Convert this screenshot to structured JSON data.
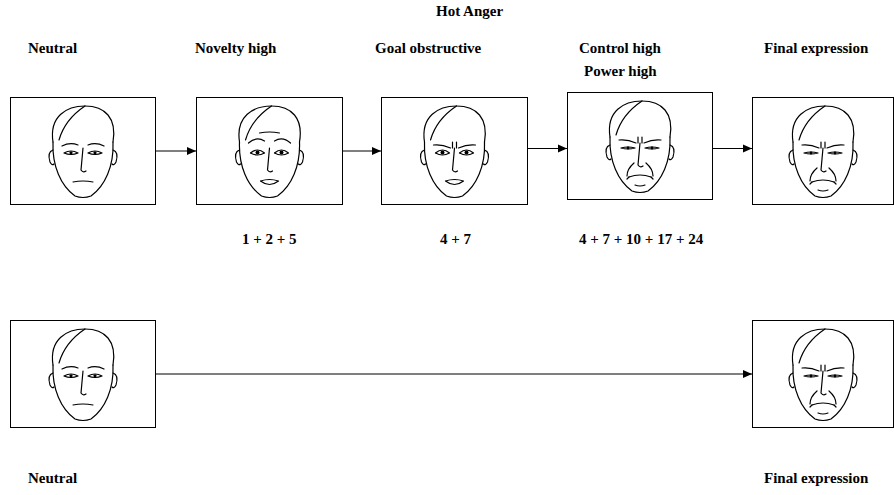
{
  "diagram": {
    "title": "Hot Anger",
    "nodes": [
      {
        "text": [
          "Neutral"
        ]
      },
      {
        "text": [
          "Novelty high",
          "1 + 2 + 5"
        ]
      },
      {
        "text": [
          "Goal obstructive",
          "4 + 7"
        ]
      },
      {
        "text": [
          "Control high",
          "Power high",
          "4 + 7 + 10 + 17 + 24"
        ]
      },
      {
        "text": [
          "Final expression"
        ]
      },
      {
        "text": [
          "Neutral"
        ]
      },
      {
        "text": [
          "Final expression"
        ]
      }
    ],
    "edges": [
      {
        "from": 0,
        "to": 1,
        "arrow": "to"
      },
      {
        "from": 1,
        "to": 2,
        "arrow": "to"
      },
      {
        "from": 2,
        "to": 3,
        "arrow": "to"
      },
      {
        "from": 3,
        "to": 4,
        "arrow": "to"
      },
      {
        "from": 5,
        "to": 6,
        "arrow": "to"
      }
    ]
  }
}
